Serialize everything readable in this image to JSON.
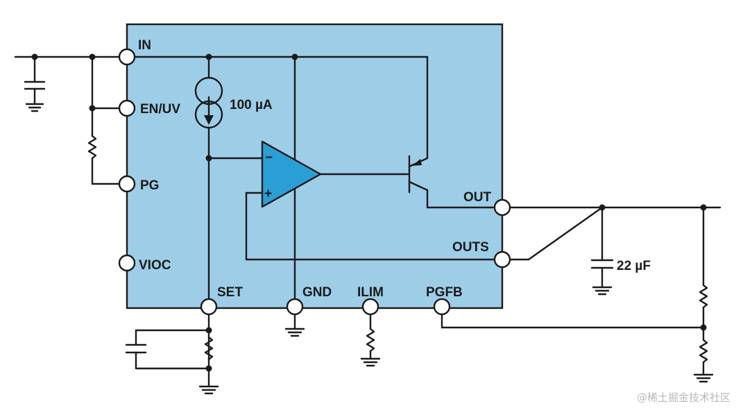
{
  "colors": {
    "chip_fill": "#9ecde8",
    "chip_stroke": "#1a1a1a",
    "amp_fill": "#2a9fd6",
    "wire": "#1a1a1a"
  },
  "pins": {
    "in": "IN",
    "en_uv": "EN/UV",
    "pg": "PG",
    "vioc": "VIOC",
    "set": "SET",
    "gnd": "GND",
    "ilim": "ILIM",
    "pgfb": "PGFB",
    "out": "OUT",
    "outs": "OUTS"
  },
  "components": {
    "current_source": "100 µA",
    "output_cap": "22 µF",
    "amp_minus": "−",
    "amp_plus": "+"
  },
  "icons": {
    "current_source": "current-source-icon",
    "op_amp": "op-amp-icon",
    "transistor": "pnp-transistor-icon",
    "capacitor": "capacitor-icon",
    "resistor": "resistor-icon",
    "ground": "ground-icon"
  },
  "watermark": "@稀土掘金技术社区"
}
